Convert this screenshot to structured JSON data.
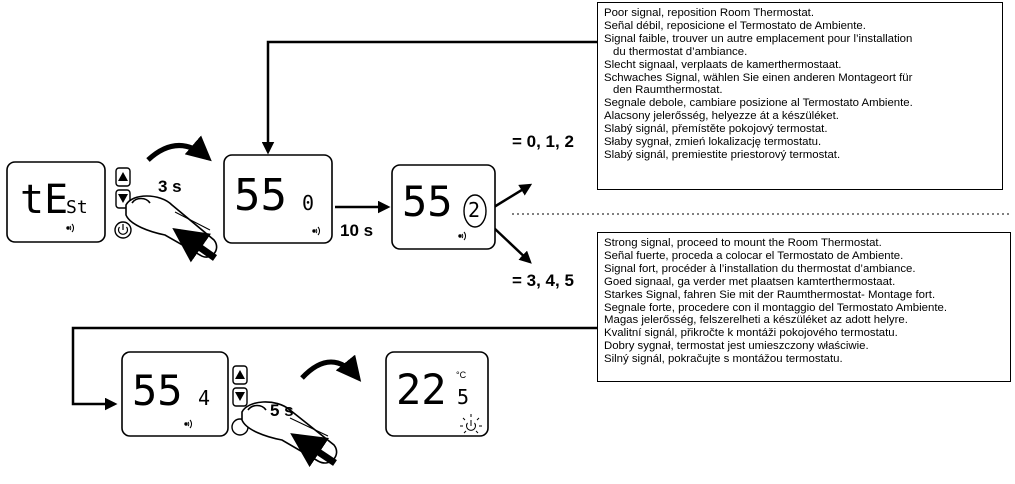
{
  "displays": {
    "test": {
      "main": "tE",
      "small": "St"
    },
    "ss0": {
      "main": "55",
      "small": "0"
    },
    "ss2": {
      "main": "55",
      "small": "2"
    },
    "ss4": {
      "main": "55",
      "small": "4"
    },
    "temp": {
      "main": "22",
      "small": "5",
      "unit": "°C"
    }
  },
  "labels": {
    "press_time_1": "3 s",
    "wait_time": "10 s",
    "press_time_2": "5 s",
    "weak_range": "= 0, 1, 2",
    "strong_range": "= 3, 4, 5"
  },
  "weak_messages": [
    "Poor signal, reposition Room Thermostat.",
    "Señal débil, reposicione el Termostato de Ambiente.",
    "Signal faible, trouver un autre emplacement pour l’installation",
    "du thermostat d’ambiance.",
    "Slecht signaal, verplaats de kamerthermostaat.",
    "Schwaches Signal, wählen Sie einen anderen Montageort für",
    "den Raumthermostat.",
    "Segnale debole, cambiare posizione al Termostato Ambiente.",
    "Alacsony jelerősség, helyezze át a készüléket.",
    "Slabý signál, přemístěte pokojový termostat.",
    "Słaby sygnał, zmień lokalizację termostatu.",
    "Slabý signál, premiestite priestorový termostat."
  ],
  "strong_messages": [
    "Strong signal, proceed to mount the Room Thermostat.",
    "Señal fuerte, proceda a colocar el Termostato de Ambiente.",
    "Signal fort, procéder à l’installation du thermostat d’ambiance.",
    "Goed signaal, ga verder met plaatsen kamterthermostaat.",
    "Starkes Signal, fahren Sie mit der Raumthermostat- Montage fort.",
    "Segnale forte, procedere con il montaggio del Termostato Ambiente.",
    "Magas jelerősség, felszerelheti a készüléket az adott helyre.",
    "Kvalitní signál, přikročte k montáži pokojového termostatu.",
    "Dobry sygnał, termostat jest umieszczony właściwie.",
    "Silný signál, pokračujte s montážou termostatu."
  ],
  "icons": [
    "up-arrow-icon",
    "down-arrow-icon",
    "power-icon",
    "signal-icon",
    "finger-press-icon",
    "curved-arrow-icon",
    "power-blink-icon"
  ]
}
